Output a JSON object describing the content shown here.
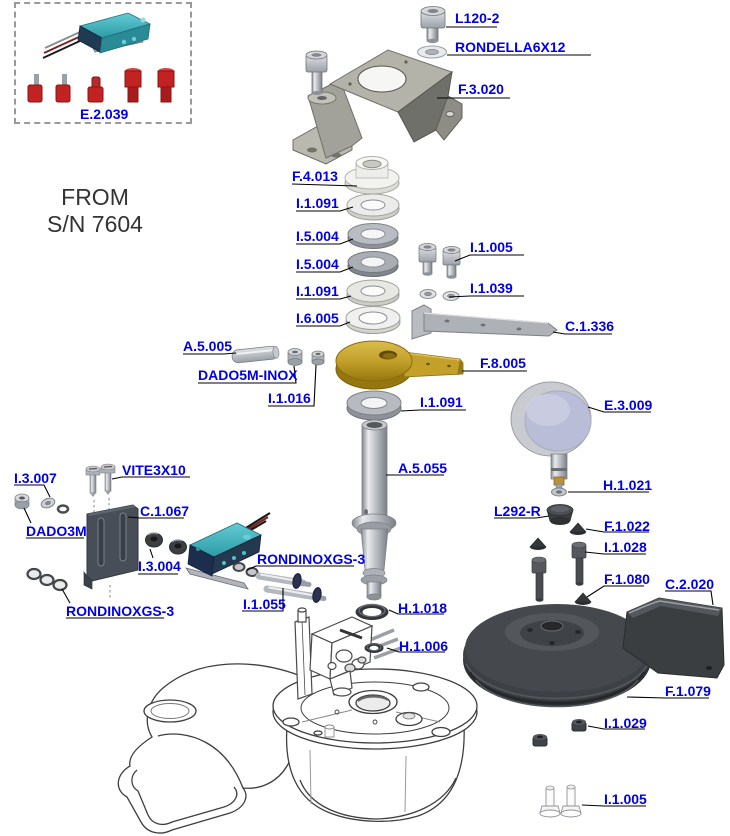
{
  "note": {
    "line1": "FROM",
    "line2": "S/N 7604"
  },
  "labels": {
    "e2039": "E.2.039",
    "l120_2": "L120-2",
    "rondella6x12": "RONDELLA6X12",
    "f3020": "F.3.020",
    "f4013": "F.4.013",
    "i1091a": "I.1.091",
    "i5004a": "I.5.004",
    "i5004b": "I.5.004",
    "i1091b": "I.1.091",
    "i6005": "I.6.005",
    "i1005a": "I.1.005",
    "i1039": "I.1.039",
    "c1336": "C.1.336",
    "a5005": "A.5.005",
    "dado5m_inox": "DADO5M-INOX",
    "i1016": "I.1.016",
    "f8005": "F.8.005",
    "i1091c": "I.1.091",
    "e3009": "E.3.009",
    "a5055": "A.5.055",
    "h1021": "H.1.021",
    "l292r": "L292-R",
    "f1022": "F.1.022",
    "i1028": "I.1.028",
    "f1080": "F.1.080",
    "c2020": "C.2.020",
    "f1079": "F.1.079",
    "i1029": "I.1.029",
    "i1005b": "I.1.005",
    "i3007": "I.3.007",
    "vite3x10": "VITE3X10",
    "dado3m": "DADO3M",
    "c1067": "C.1.067",
    "i3004": "I.3.004",
    "rondinoxgs3_left": "RONDINOXGS-3",
    "rondinoxgs3_center": "RONDINOXGS-3",
    "i1055": "I.1.055",
    "h1018": "H.1.018",
    "h1006": "H.1.006"
  },
  "colors": {
    "label_blue": "#0000e6",
    "leader_black": "#000000",
    "brass_gold": "#c3a02a",
    "switch_teal": "#35aebc",
    "terminal_red": "#c32222",
    "dark_part": "#3a3d40"
  }
}
